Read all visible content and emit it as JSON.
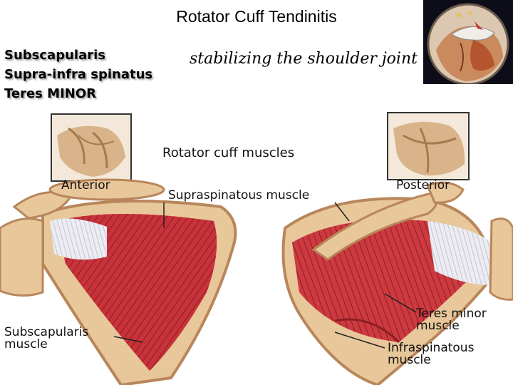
{
  "title": "Rotator Cuff Tendinitis",
  "muscles": [
    "Subscapularis",
    "Supra-infra spinatus",
    "Teres MINOR"
  ],
  "note": "stabilizing the shoulder joint",
  "figure": {
    "header": "Rotator cuff muscles",
    "view_anterior": "Anterior",
    "view_posterior": "Posterior",
    "label_supraspinatus": "Supraspinatous muscle",
    "label_subscapularis": [
      "Subscapularis",
      "muscle"
    ],
    "label_teres_minor": [
      "Teres minor",
      "muscle"
    ],
    "label_infraspinatus": [
      "Infraspinatous",
      "muscle"
    ]
  },
  "colors": {
    "muscle": "#c8323a",
    "muscle_dark": "#8e1d24",
    "bone": "#e8c79a",
    "bone_edge": "#b8865a",
    "tendon": "#e8e8ee"
  }
}
